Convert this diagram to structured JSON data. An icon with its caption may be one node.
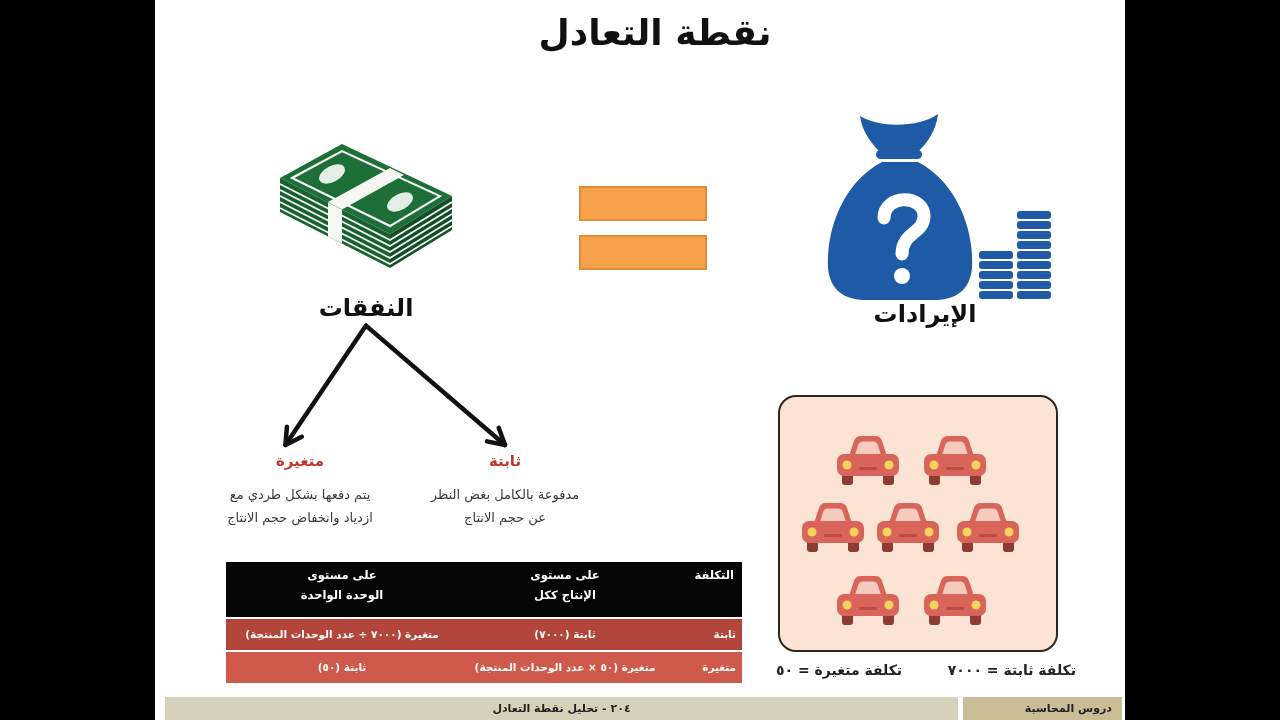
{
  "diagram": {
    "title": "نقطة التعادل",
    "nodes": [
      {
        "text": [
          "النفقات"
        ]
      },
      {
        "text": [
          "ثابتة",
          "مدفوعة بالكامل بغض النظر عن حجم الانتاج"
        ]
      },
      {
        "text": [
          "متغيرة",
          "يتم دفعها بشكل طردي مع ازدياد وانخفاض حجم الانتاج"
        ]
      }
    ],
    "edges": [
      {
        "from": 0,
        "to": 1,
        "arrow": "to"
      },
      {
        "from": 0,
        "to": 2,
        "arrow": "to"
      }
    ],
    "labels": [
      "الإيرادات",
      "التكلفة",
      "على مستوى الإنتاج ككل",
      "على مستوى الوحدة الواحدة",
      "ثابتة",
      "ثابتة (٧٠٠٠)",
      "متغيرة (٧٠٠٠ ÷ عدد الوحدات المنتجة)",
      "متغيرة",
      "متغيرة (٥٠ × عدد الوحدات المنتجة)",
      "ثابتة (٥٠)",
      "تكلفة ثابتة = ٧٠٠٠",
      "تكلفة متغيرة = ٥٠",
      "دروس المحاسبة",
      "٢٠٤ - تحليل نقطة التعادل"
    ]
  }
}
